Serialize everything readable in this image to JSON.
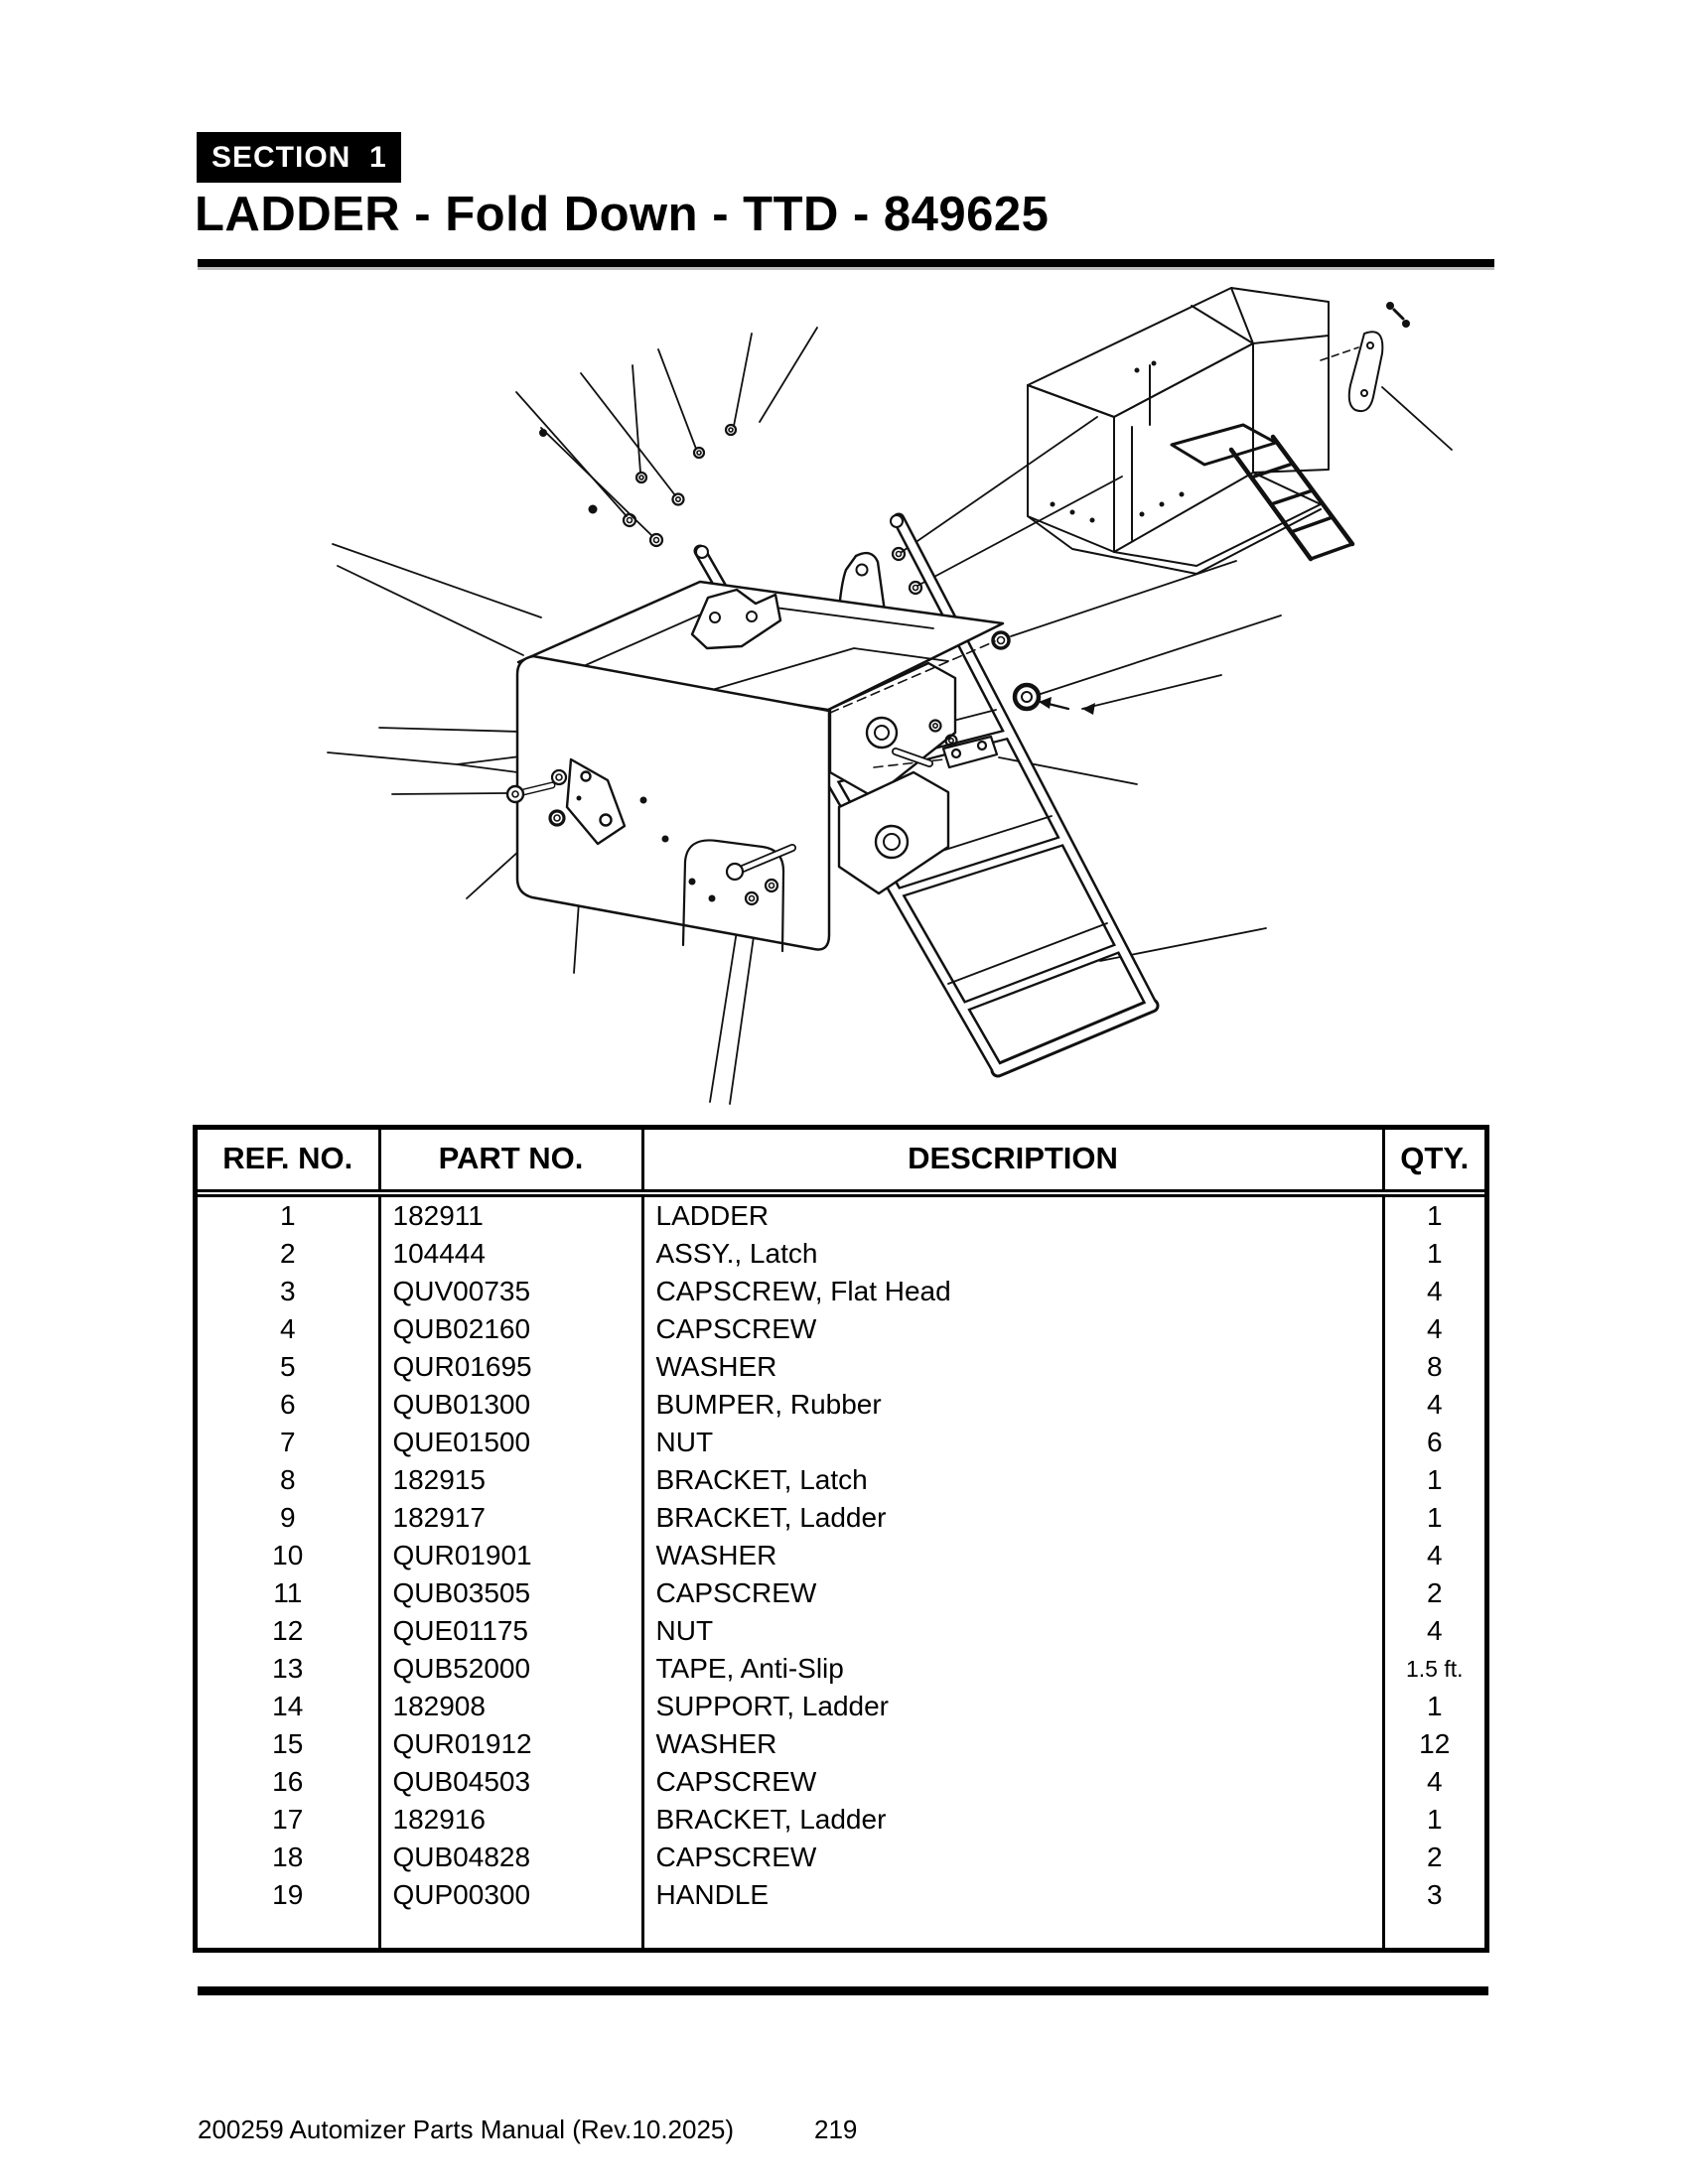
{
  "page": {
    "section_label": "SECTION  1",
    "title": "LADDER - Fold Down - TTD - 849625",
    "footer": {
      "left": "200259 Automizer Parts Manual (Rev.10.2025)",
      "page_number": "219"
    }
  },
  "diagram": {
    "name": "exploded-view-fold-down-ladder",
    "caption": ""
  },
  "parts_table": {
    "columns": [
      "REF. NO.",
      "PART NO.",
      "DESCRIPTION",
      "QTY."
    ],
    "rows": [
      {
        "ref": "1",
        "part": "182911",
        "desc": "LADDER",
        "qty": "1"
      },
      {
        "ref": "2",
        "part": "104444",
        "desc": "ASSY., Latch",
        "qty": "1"
      },
      {
        "ref": "3",
        "part": "QUV00735",
        "desc": "CAPSCREW, Flat Head",
        "qty": "4"
      },
      {
        "ref": "4",
        "part": "QUB02160",
        "desc": "CAPSCREW",
        "qty": "4"
      },
      {
        "ref": "5",
        "part": "QUR01695",
        "desc": "WASHER",
        "qty": "8"
      },
      {
        "ref": "6",
        "part": "QUB01300",
        "desc": "BUMPER, Rubber",
        "qty": "4"
      },
      {
        "ref": "7",
        "part": "QUE01500",
        "desc": "NUT",
        "qty": "6"
      },
      {
        "ref": "8",
        "part": "182915",
        "desc": "BRACKET, Latch",
        "qty": "1"
      },
      {
        "ref": "9",
        "part": "182917",
        "desc": "BRACKET, Ladder",
        "qty": "1"
      },
      {
        "ref": "10",
        "part": "QUR01901",
        "desc": "WASHER",
        "qty": "4"
      },
      {
        "ref": "11",
        "part": "QUB03505",
        "desc": "CAPSCREW",
        "qty": "2"
      },
      {
        "ref": "12",
        "part": "QUE01175",
        "desc": "NUT",
        "qty": "4"
      },
      {
        "ref": "13",
        "part": "QUB52000",
        "desc": "TAPE, Anti-Slip",
        "qty": "1.5 ft."
      },
      {
        "ref": "14",
        "part": "182908",
        "desc": "SUPPORT, Ladder",
        "qty": "1"
      },
      {
        "ref": "15",
        "part": "QUR01912",
        "desc": "WASHER",
        "qty": "12"
      },
      {
        "ref": "16",
        "part": "QUB04503",
        "desc": "CAPSCREW",
        "qty": "4"
      },
      {
        "ref": "17",
        "part": "182916",
        "desc": "BRACKET, Ladder",
        "qty": "1"
      },
      {
        "ref": "18",
        "part": "QUB04828",
        "desc": "CAPSCREW",
        "qty": "2"
      },
      {
        "ref": "19",
        "part": "QUP00300",
        "desc": "HANDLE",
        "qty": "3"
      }
    ]
  }
}
